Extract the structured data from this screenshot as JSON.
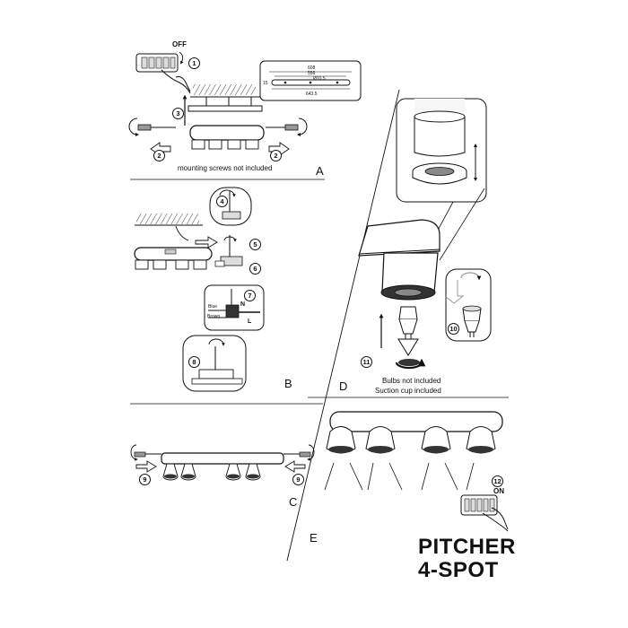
{
  "title": {
    "line1": "PITCHER",
    "line2": "4-SPOT"
  },
  "sections": {
    "A": "A",
    "B": "B",
    "C": "C",
    "D": "D",
    "E": "E"
  },
  "notes": {
    "mounting": "mounting screws not included",
    "bulbs": "Bulbs not included",
    "suction": "Suction cup included"
  },
  "switch": {
    "off": "OFF",
    "on": "ON"
  },
  "wires": {
    "blue": "Blue",
    "brown": "Brown",
    "n": "N",
    "l": "L"
  },
  "dimensions": {
    "d1": "608",
    "d2": "556",
    "d3": "Ø10.5",
    "d4": "643.5",
    "d5": "15"
  },
  "steps": [
    "1",
    "2",
    "3",
    "4",
    "5",
    "6",
    "7",
    "8",
    "9",
    "10",
    "11",
    "12"
  ],
  "colors": {
    "line": "#111111",
    "gray": "#9a9a9a",
    "lightgray": "#d8d8d8",
    "fill": "#f2f2f2"
  }
}
